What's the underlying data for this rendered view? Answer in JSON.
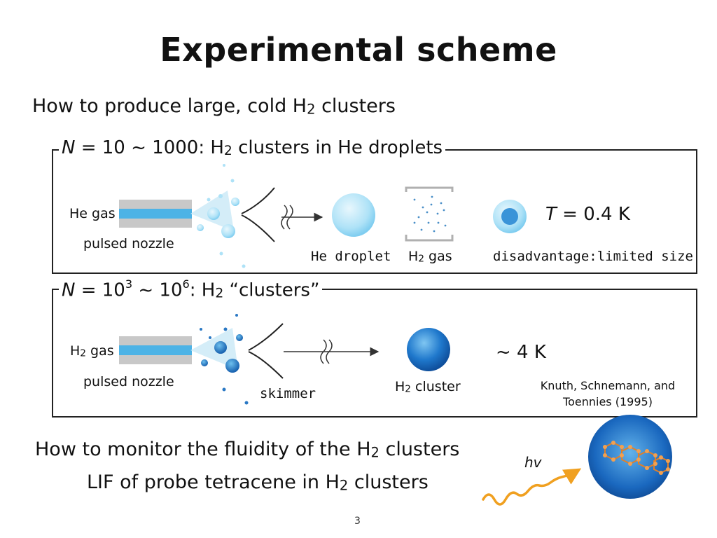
{
  "slide": {
    "title": "Experimental scheme",
    "subtitle_pre": "How to produce large, cold H",
    "subtitle_sub": "2",
    "subtitle_post": " clusters",
    "page_number": "3"
  },
  "box1": {
    "title_n": "N",
    "title_pre": " = 10 ~ 1000: H",
    "title_sub": "2",
    "title_post": " clusters in He droplets",
    "he_gas": "He gas",
    "pulsed_nozzle": "pulsed nozzle",
    "he_droplet": "He droplet",
    "h2_gas_pre": "H",
    "h2_gas_sub": "2",
    "h2_gas_post": " gas",
    "temp_t": "T",
    "temp_val": " = 0.4 K",
    "disadvantage": "disadvantage:limited size"
  },
  "box2": {
    "title_n": "N",
    "title_pre": " = 10",
    "title_exp1": "3",
    "title_mid": " ~ 10",
    "title_exp2": "6",
    "title_colon": ": H",
    "title_sub": "2",
    "title_post": " “clusters”",
    "h2_gas_pre": "H",
    "h2_gas_sub": "2",
    "h2_gas_post": " gas",
    "pulsed_nozzle": "pulsed nozzle",
    "skimmer": "skimmer",
    "cluster_pre": "H",
    "cluster_sub": "2",
    "cluster_post": " cluster",
    "temp": "~ 4 K",
    "citation": "Knuth, Schnemann, and Toennies (1995)"
  },
  "monitor": {
    "line1_pre": "How to monitor the fluidity of the H",
    "line1_sub": "2",
    "line1_post": " clusters",
    "line2_pre": "LIF of probe tetracene in H",
    "line2_sub": "2",
    "line2_post": " clusters",
    "hv": "hv"
  },
  "colors": {
    "nozzle_gray": "#c8c8c8",
    "nozzle_blue": "#4db3e6",
    "droplet_light": "#aee2f7",
    "cluster_dark": "#1b6fc4",
    "photon": "#f0a020",
    "tetracene": "#e0802a"
  }
}
